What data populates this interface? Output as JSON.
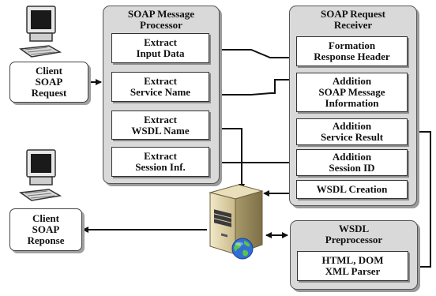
{
  "client_request": {
    "lines": [
      "Client",
      "SOAP",
      "Request"
    ]
  },
  "client_response": {
    "lines": [
      "Client",
      "SOAP",
      "Reponse"
    ]
  },
  "processor": {
    "title_lines": [
      "SOAP Message",
      "Processor"
    ],
    "items": [
      {
        "lines": [
          "Extract",
          "Input Data"
        ]
      },
      {
        "lines": [
          "Extract",
          "Service Name"
        ]
      },
      {
        "lines": [
          "Extract",
          "WSDL Name"
        ]
      },
      {
        "lines": [
          "Extract",
          "Session Inf."
        ]
      }
    ]
  },
  "receiver": {
    "title_lines": [
      "SOAP Request",
      "Receiver"
    ],
    "items": [
      {
        "lines": [
          "Formation",
          "Response Header"
        ]
      },
      {
        "lines": [
          "Addition",
          "SOAP Message",
          "Information"
        ]
      },
      {
        "lines": [
          "Addition",
          "Service Result"
        ]
      },
      {
        "lines": [
          "Addition",
          "Session ID"
        ]
      },
      {
        "lines": [
          "WSDL Creation"
        ]
      }
    ]
  },
  "preprocessor": {
    "title_lines": [
      "WSDL",
      "Preprocessor"
    ],
    "items": [
      {
        "lines": [
          "HTML, DOM",
          "XML Parser"
        ]
      }
    ]
  },
  "icons": {
    "computer_top": "computer-icon",
    "computer_bottom": "computer-icon",
    "server": "server-icon",
    "globe": "globe-icon"
  }
}
